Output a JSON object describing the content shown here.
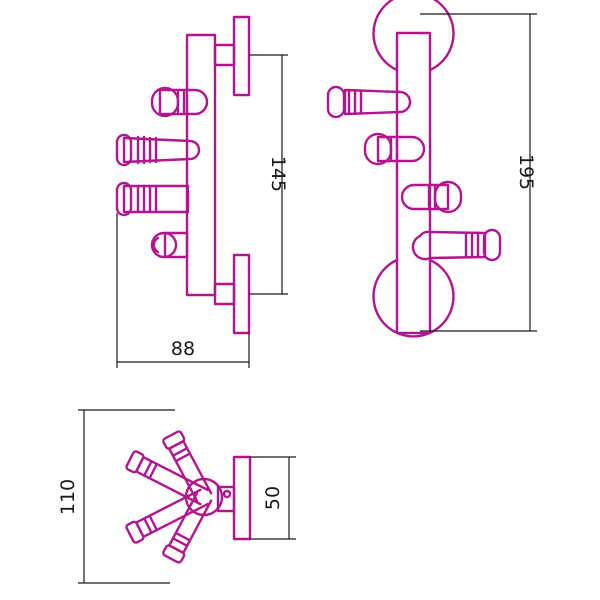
{
  "colors": {
    "part": "#b0168e",
    "dimension": "#1a1a1a",
    "background": "#ffffff"
  },
  "dimensions": {
    "side_view": {
      "depth": "88",
      "center_distance": "145"
    },
    "front_view": {
      "total_height": "195"
    },
    "top_view": {
      "total_height": "110",
      "plate_height": "50"
    }
  }
}
